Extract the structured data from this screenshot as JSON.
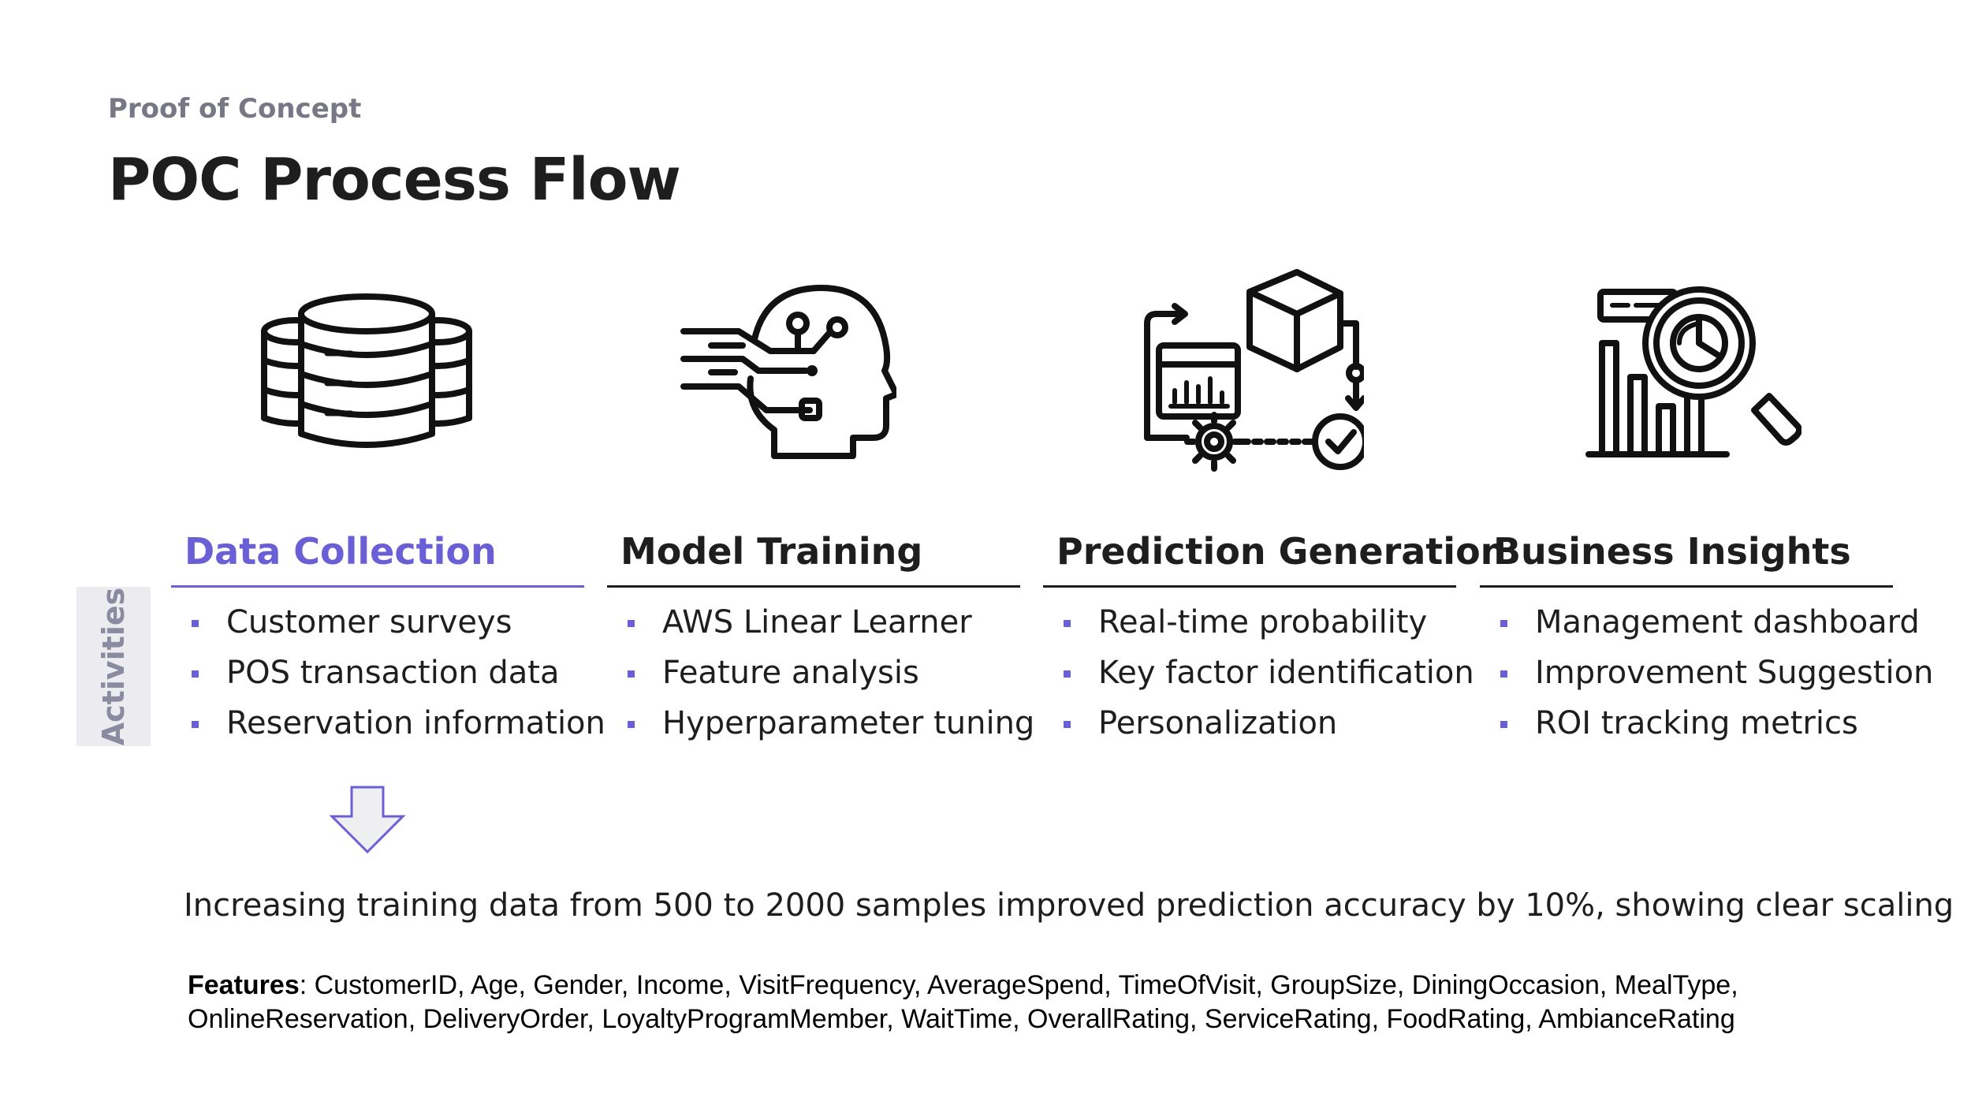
{
  "header": {
    "kicker": "Proof of Concept",
    "title": "POC Process Flow"
  },
  "activities_label": "Activities",
  "steps": [
    {
      "icon": "database-icon",
      "title": "Data Collection",
      "active": true,
      "items": [
        "Customer surveys",
        "POS transaction data",
        "Reservation information"
      ]
    },
    {
      "icon": "ai-head-icon",
      "title": "Model Training",
      "active": false,
      "items": [
        "AWS Linear Learner",
        "Feature analysis",
        "Hyperparameter tuning"
      ]
    },
    {
      "icon": "process-workflow-icon",
      "title": "Prediction Generation",
      "active": false,
      "items": [
        "Real-time probability",
        "Key factor identification",
        "Personalization"
      ]
    },
    {
      "icon": "analytics-magnifier-icon",
      "title": "Business Insights",
      "active": false,
      "items": [
        "Management dashboard",
        "Improvement Suggestion",
        "ROI tracking metrics"
      ]
    }
  ],
  "summary": "Increasing training data from 500 to 2000 samples improved prediction accuracy by 10%, showing clear scaling",
  "features": {
    "label": "Features",
    "text": ": CustomerID, Age, Gender, Income, VisitFrequency, AverageSpend, TimeOfVisit, GroupSize, DiningOccasion, MealType, OnlineReservation, DeliveryOrder, LoyaltyProgramMember, WaitTime, OverallRating, ServiceRating, FoodRating, AmbianceRating"
  },
  "colors": {
    "accent": "#6b5fd6",
    "text": "#1e1e1e",
    "muted": "#777785",
    "activities_bg": "#ececf0"
  }
}
